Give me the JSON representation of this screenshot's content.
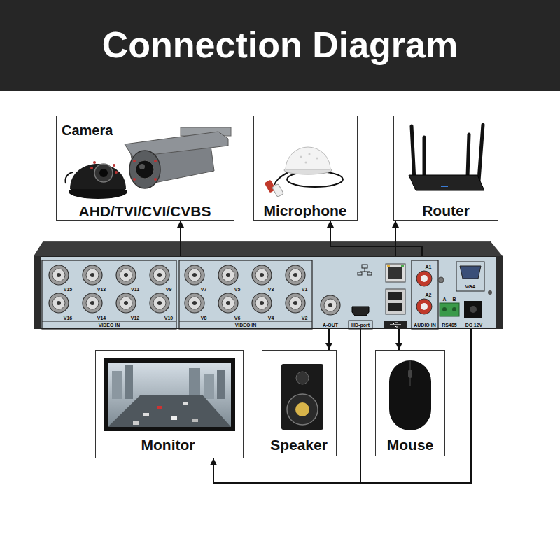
{
  "diagram": {
    "title": "Connection Diagram",
    "nodes": [
      {
        "text": [
          "Camera",
          "AHD/TVI/CVI/CVBS"
        ]
      },
      {
        "text": [
          "Microphone"
        ]
      },
      {
        "text": [
          "Router"
        ]
      },
      {
        "text": [
          "V15",
          "V13",
          "V11",
          "V9",
          "V7",
          "V5",
          "V3",
          "V1",
          "A1",
          "VGA",
          "A2",
          "A",
          "B",
          "V16",
          "V14",
          "V12",
          "V10",
          "V8",
          "V6",
          "V4",
          "V2",
          "VIDEO IN",
          "VIDEO IN",
          "A-OUT",
          "HD-port",
          "AUDIO IN",
          "RS485",
          "DC 12V"
        ]
      },
      {
        "text": [
          "Monitor"
        ]
      },
      {
        "text": [
          "Speaker"
        ]
      },
      {
        "text": [
          "Mouse"
        ]
      }
    ],
    "edges": [
      {
        "from": 3,
        "to": 0,
        "arrow": "to"
      },
      {
        "from": 3,
        "to": 1,
        "arrow": "to"
      },
      {
        "from": 3,
        "to": 2,
        "arrow": "to"
      },
      {
        "from": 3,
        "to": 5,
        "arrow": "to"
      },
      {
        "from": 3,
        "to": 6,
        "arrow": "to"
      },
      {
        "from": 3,
        "to": 4,
        "arrow": "to"
      },
      {
        "from": 3,
        "to": 4,
        "arrow": "to"
      }
    ]
  }
}
